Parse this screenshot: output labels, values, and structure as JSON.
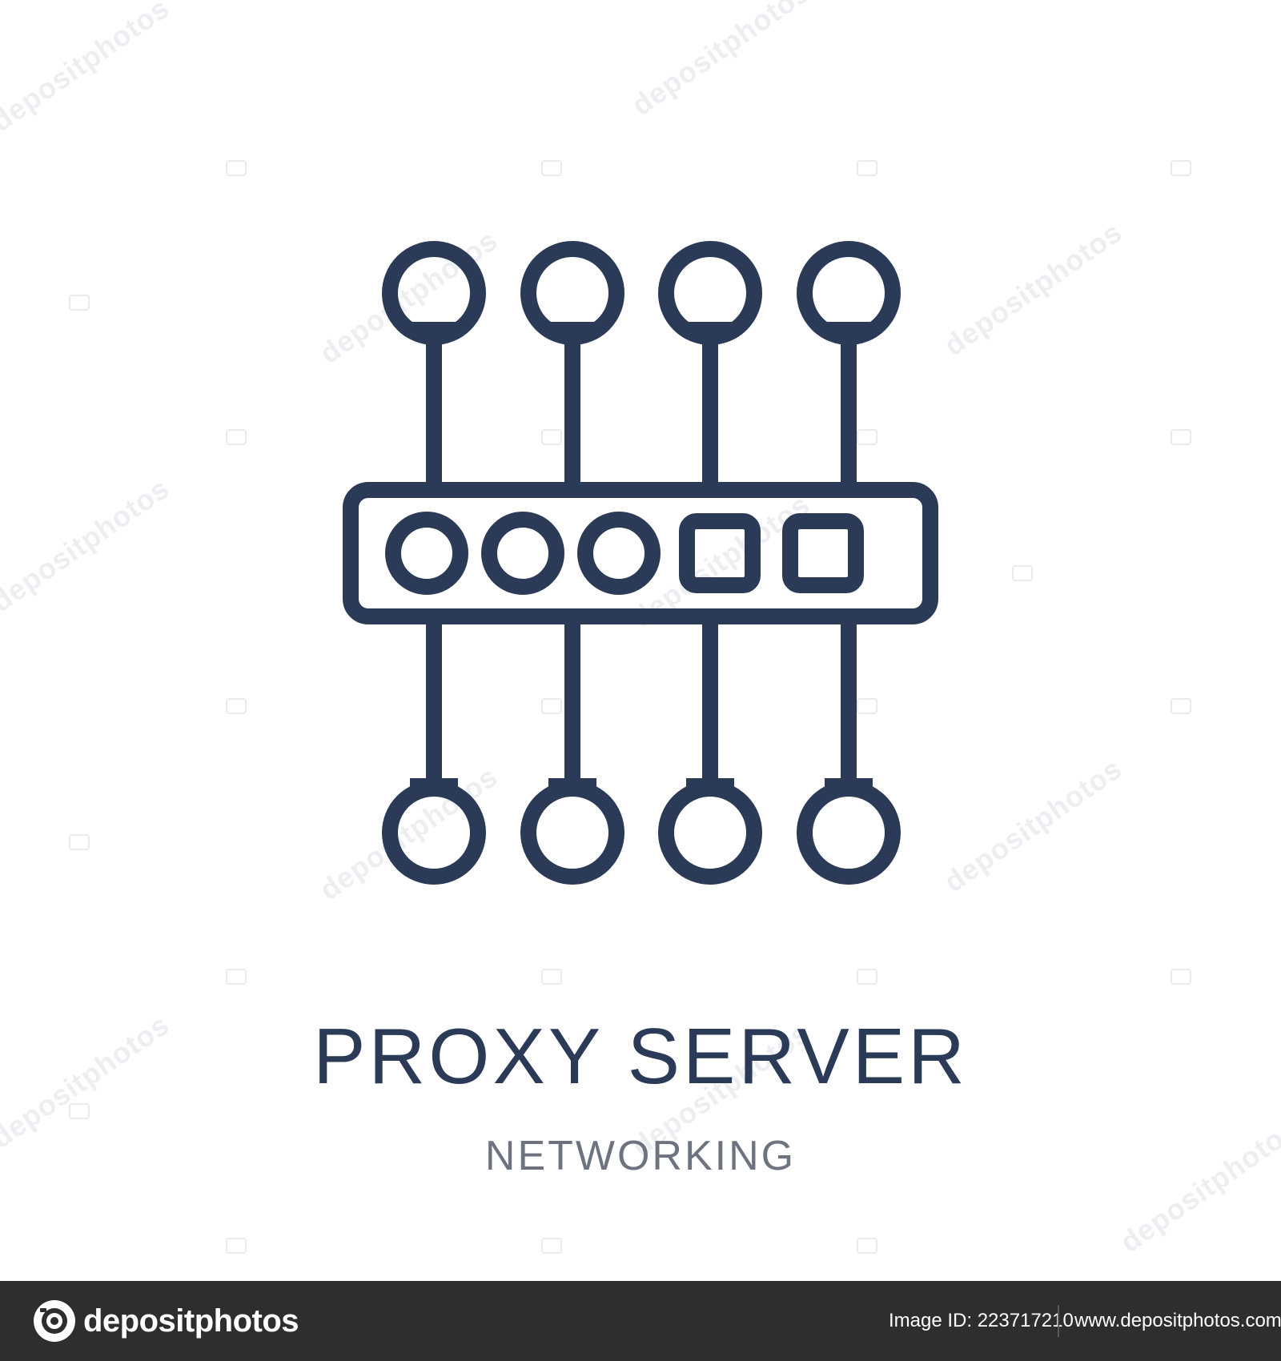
{
  "icon": {
    "name": "proxy-server-icon",
    "stroke_color": "#2b3a57"
  },
  "caption": {
    "title": "PROXY SERVER",
    "category": "NETWORKING"
  },
  "watermark": {
    "text": "depositphotos"
  },
  "footer": {
    "brand_name": "depositphotos",
    "image_id_label": "Image ID:",
    "image_id": "223717210",
    "image_id_full": "Image ID: 223717210",
    "site_url": "www.depositphotos.com",
    "background": "#2e2e2e"
  }
}
